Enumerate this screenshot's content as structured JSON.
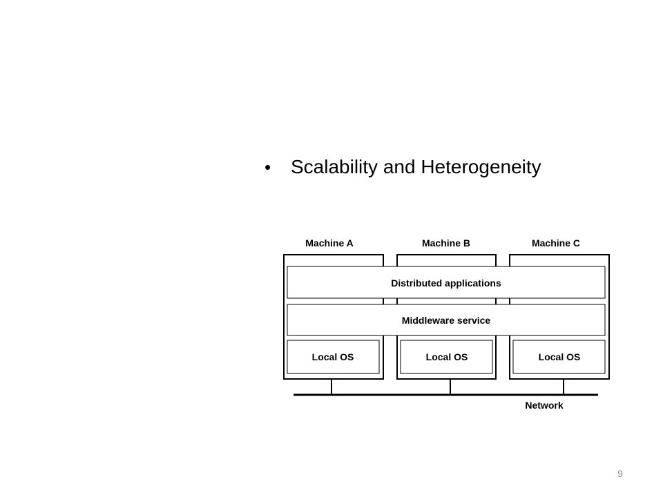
{
  "slide": {
    "bullet_glyph": "•",
    "bullet_text": "Scalability and Heterogeneity",
    "page_number": "9"
  },
  "diagram": {
    "machines": [
      {
        "label": "Machine A",
        "os_label": "Local OS"
      },
      {
        "label": "Machine B",
        "os_label": "Local OS"
      },
      {
        "label": "Machine C",
        "os_label": "Local OS"
      }
    ],
    "layers": {
      "distributed_applications": "Distributed applications",
      "middleware_service": "Middleware service"
    },
    "network_label": "Network"
  }
}
